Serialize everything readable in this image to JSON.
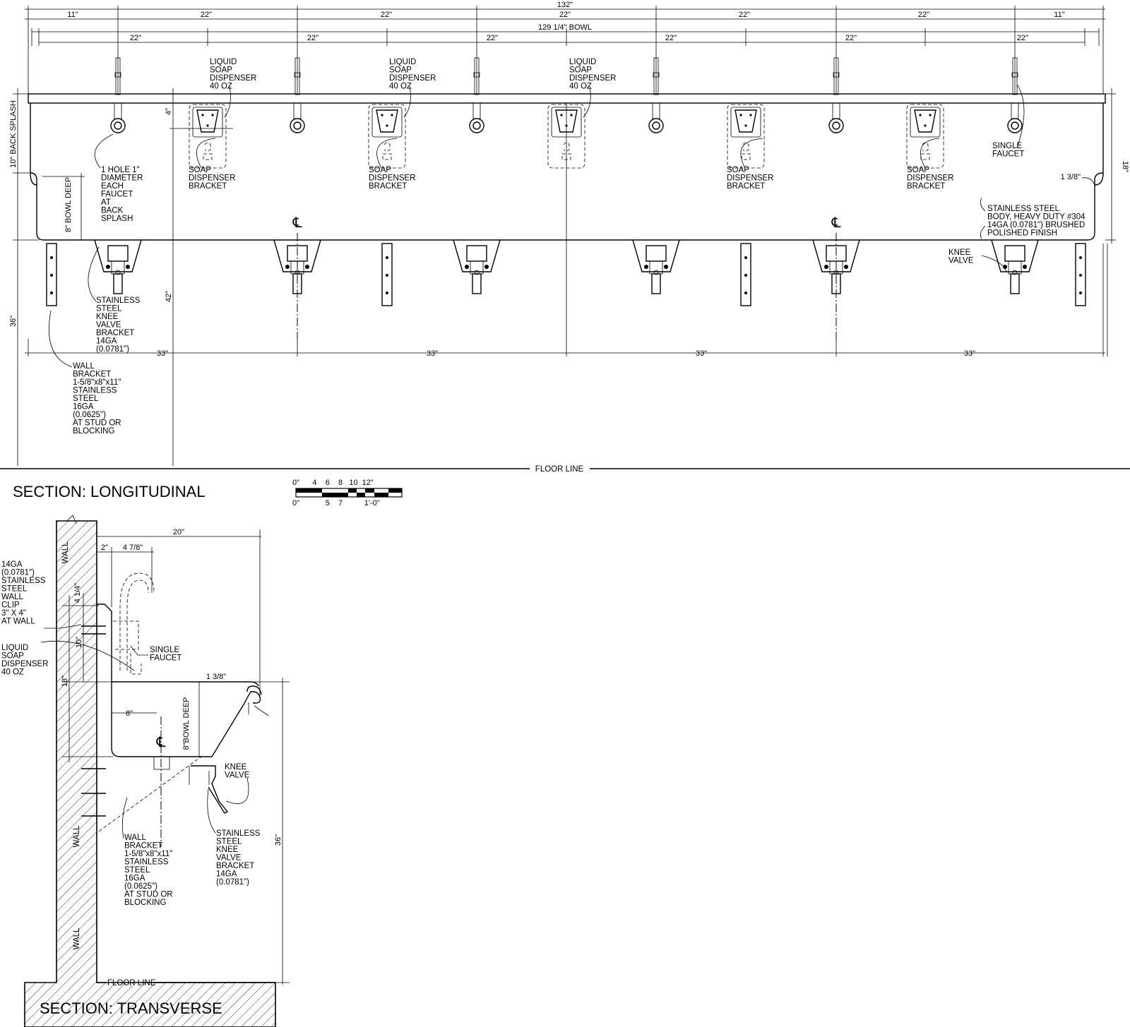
{
  "longitudinal": {
    "title": "SECTION: LONGITUDINAL",
    "dims": {
      "overall": "132\"",
      "bowl": "129 1/4\" BOWL",
      "top_row": [
        "11\"",
        "22\"",
        "22\"",
        "22\"",
        "22\"",
        "22\"",
        "11\""
      ],
      "second_row": [
        "22\"",
        "22\"",
        "22\"",
        "22\"",
        "22\"",
        "22\""
      ],
      "bottom_row": [
        "33\"",
        "33\"",
        "33\"",
        "33\""
      ],
      "backsplash_top": "4\"",
      "backsplash": "10\" BACK SPLASH",
      "bowl_depth": "8\" BOWL DEEP",
      "height_36": "36\"",
      "height_42": "42\"",
      "height_18": "18\"",
      "rim": "1 3/8\""
    },
    "labels": {
      "soap_dispenser": [
        "LIQUID",
        "SOAP",
        "DISPENSER",
        "40 OZ"
      ],
      "soap_bracket": [
        "SOAP",
        "DISPENSER",
        "BRACKET"
      ],
      "hole": [
        "1 HOLE 1\"",
        "DIAMETER",
        "EACH",
        "FAUCET",
        "AT",
        "BACK",
        "SPLASH"
      ],
      "single_faucet": [
        "SINGLE",
        "FAUCET"
      ],
      "body": [
        "STAINLESS STEEL",
        "BODY, HEAVY DUTY #304",
        "14GA (0.0781\") BRUSHED",
        "POLISHED FINISH"
      ],
      "knee_valve": [
        "KNEE",
        "VALVE"
      ],
      "knee_bracket": [
        "STAINLESS",
        "STEEL",
        "KNEE",
        "VALVE",
        "BRACKET",
        "14GA",
        "(0.0781\")"
      ],
      "wall_bracket": [
        "WALL",
        "BRACKET",
        "1-5/8\"x8\"x11\"",
        "STAINLESS",
        "STEEL",
        "16GA",
        "(0.0625\")",
        "AT STUD OR",
        "BLOCKING"
      ],
      "floor_line": "FLOOR LINE"
    }
  },
  "scale_bar": {
    "top": "0\"      4    6    8   10  12\"",
    "bottom": "0\"            5    7          1'-0\""
  },
  "transverse": {
    "title": "SECTION: TRANSVERSE",
    "dims": {
      "depth": "20\"",
      "two": "2\"",
      "four_78": "4 7/8\"",
      "four_14": "4 1/4\"",
      "ten": "10\"",
      "eighteen": "18\"",
      "eight": "8\"",
      "bowl_deep": "8\"BOWL DEEP",
      "rim": "1 3/8\"",
      "thirty_six": "36\""
    },
    "labels": {
      "wall": "WALL",
      "wall_clip": [
        "14GA",
        "(0.0781\")",
        "STAINLESS",
        "STEEL",
        "WALL",
        "CLIP",
        "3\" X 4\"",
        "AT WALL"
      ],
      "soap": [
        "LIQUID",
        "SOAP",
        "DISPENSER",
        "40 OZ"
      ],
      "faucet": [
        "SINGLE",
        "FAUCET"
      ],
      "knee_valve": [
        "KNEE",
        "VALVE"
      ],
      "knee_bracket": [
        "STAINLESS",
        "STEEL",
        "KNEE",
        "VALVE",
        "BRACKET",
        "14GA",
        "(0.0781\")"
      ],
      "wall_bracket": [
        "WALL",
        "BRACKET",
        "1-5/8\"x8\"x11\"",
        "STAINLESS",
        "STEEL",
        "16GA",
        "(0.0625\")",
        "AT STUD OR",
        "BLOCKING"
      ],
      "floor_line": "FLOOR LINE"
    }
  }
}
